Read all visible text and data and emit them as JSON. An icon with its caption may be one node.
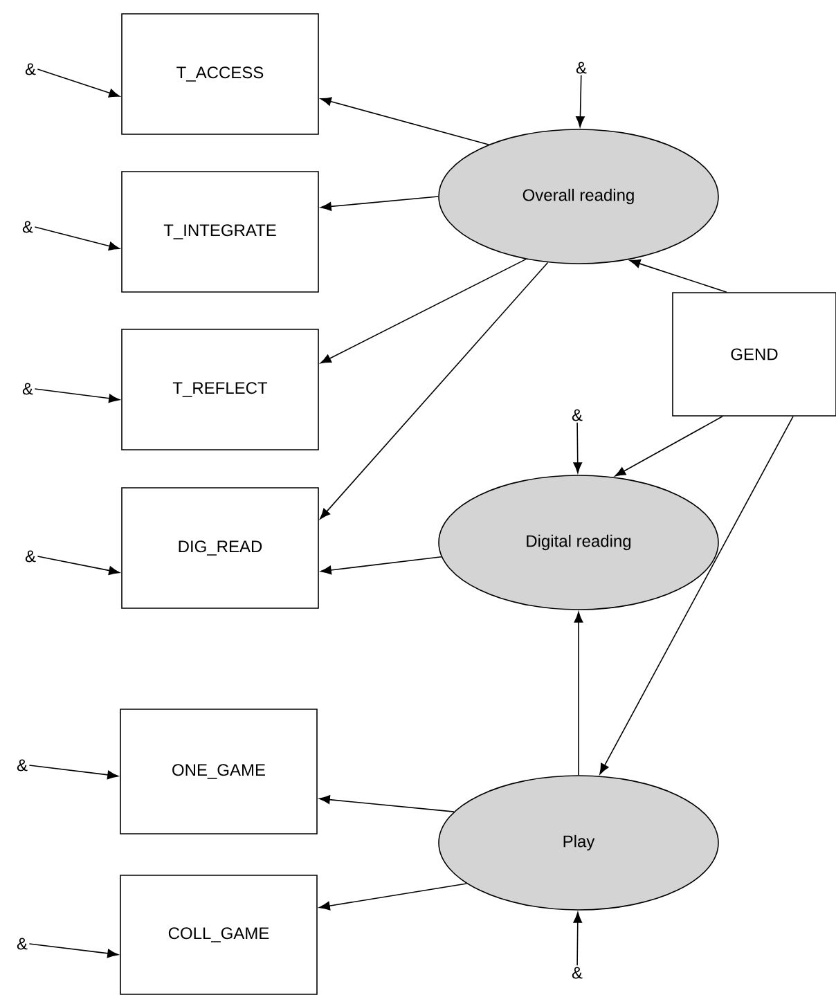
{
  "diagram": {
    "nodes": [
      {
        "text": [
          "T_ACCESS"
        ]
      },
      {
        "text": [
          "T_INTEGRATE"
        ]
      },
      {
        "text": [
          "T_REFLECT"
        ]
      },
      {
        "text": [
          "DIG_READ"
        ]
      },
      {
        "text": [
          "ONE_GAME"
        ]
      },
      {
        "text": [
          "COLL_GAME"
        ]
      },
      {
        "text": [
          "Overall reading"
        ]
      },
      {
        "text": [
          "Digital reading"
        ]
      },
      {
        "text": [
          "Play"
        ]
      },
      {
        "text": [
          "GEND"
        ]
      },
      {
        "text": [
          "&"
        ]
      },
      {
        "text": [
          "&"
        ]
      },
      {
        "text": [
          "&"
        ]
      },
      {
        "text": [
          "&"
        ]
      },
      {
        "text": [
          "&"
        ]
      },
      {
        "text": [
          "&"
        ]
      },
      {
        "text": [
          "&"
        ]
      },
      {
        "text": [
          "&"
        ]
      },
      {
        "text": [
          "&"
        ]
      }
    ],
    "edges": [
      {
        "from": 10,
        "to": 0,
        "arrow": "to"
      },
      {
        "from": 11,
        "to": 1,
        "arrow": "to"
      },
      {
        "from": 12,
        "to": 2,
        "arrow": "to"
      },
      {
        "from": 13,
        "to": 3,
        "arrow": "to"
      },
      {
        "from": 14,
        "to": 4,
        "arrow": "to"
      },
      {
        "from": 15,
        "to": 5,
        "arrow": "to"
      },
      {
        "from": 16,
        "to": 6,
        "arrow": "to"
      },
      {
        "from": 17,
        "to": 7,
        "arrow": "to"
      },
      {
        "from": 18,
        "to": 8,
        "arrow": "to"
      },
      {
        "from": 6,
        "to": 0,
        "arrow": "to"
      },
      {
        "from": 6,
        "to": 1,
        "arrow": "to"
      },
      {
        "from": 6,
        "to": 2,
        "arrow": "to"
      },
      {
        "from": 6,
        "to": 3,
        "arrow": "to"
      },
      {
        "from": 7,
        "to": 3,
        "arrow": "to"
      },
      {
        "from": 9,
        "to": 6,
        "arrow": "to"
      },
      {
        "from": 9,
        "to": 7,
        "arrow": "to"
      },
      {
        "from": 9,
        "to": 8,
        "arrow": "to"
      },
      {
        "from": 8,
        "to": 7,
        "arrow": "to"
      },
      {
        "from": 8,
        "to": 4,
        "arrow": "to"
      },
      {
        "from": 8,
        "to": 5,
        "arrow": "to"
      }
    ]
  }
}
